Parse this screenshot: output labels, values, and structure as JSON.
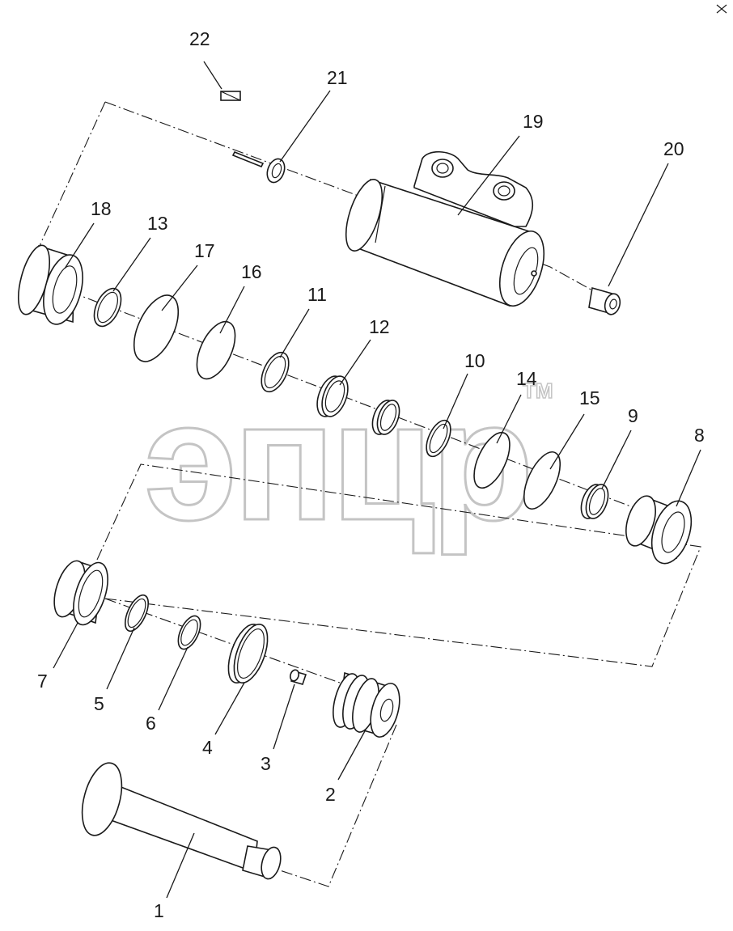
{
  "watermark": {
    "text": "эпцр",
    "tm": "TM"
  },
  "labels": {
    "p1": "1",
    "p2": "2",
    "p3": "3",
    "p4": "4",
    "p5": "5",
    "p6": "6",
    "p7": "7",
    "p8": "8",
    "p9": "9",
    "p10": "10",
    "p11": "11",
    "p12": "12",
    "p13": "13",
    "p14": "14",
    "p15": "15",
    "p16": "16",
    "p17": "17",
    "p18": "18",
    "p19": "19",
    "p20": "20",
    "p21": "21",
    "p22": "22"
  },
  "colors": {
    "line": "#1a1a1a",
    "watermark": "#c4c4c4",
    "background": "#ffffff"
  }
}
